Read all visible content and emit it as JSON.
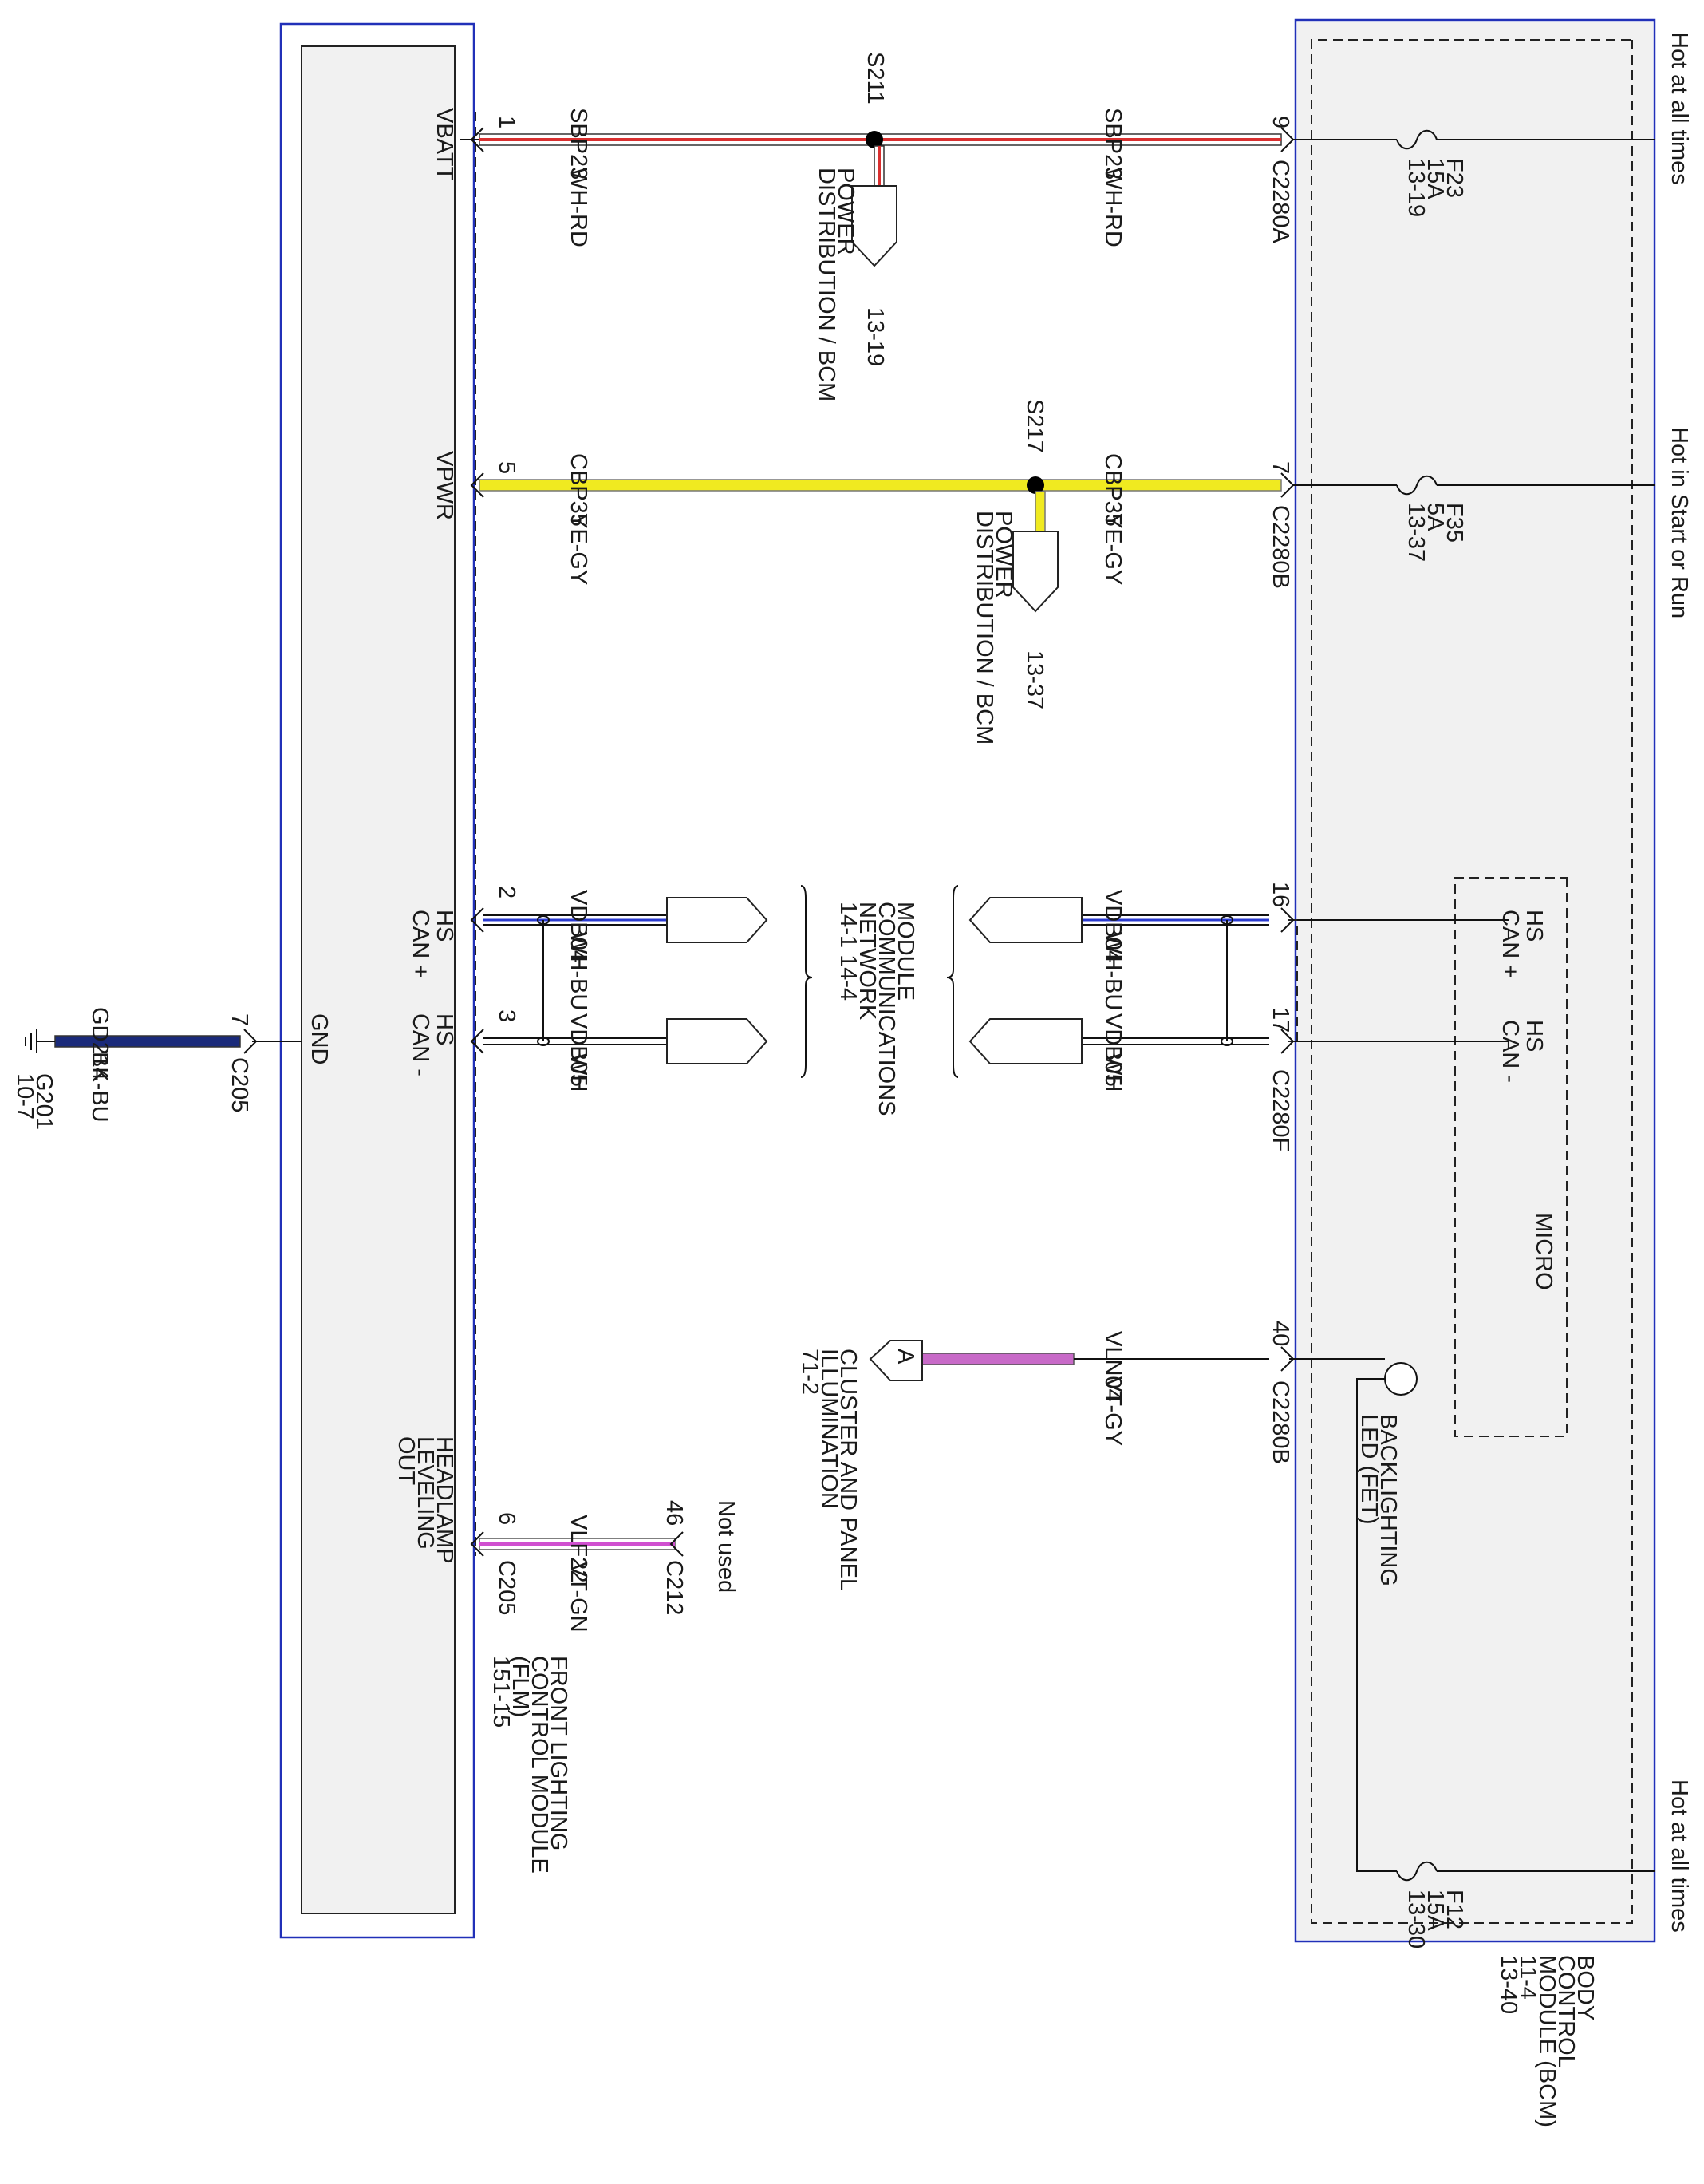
{
  "colors": {
    "frame": "#2130b8",
    "wire_wh_rd_stripe": "#d93030",
    "wire_ye_gy_fill": "#f0ea20",
    "wire_vt_gy_fill": "#c86ac8",
    "wire_vt_gn_stripe": "#d050d0",
    "wire_bk_bu_fill": "#1a2a7a",
    "wire_wh_bu_stripe": "#2a3ad0"
  },
  "left_module": {
    "name_lines": [
      "FRONT LIGHTING",
      "CONTROL MODULE",
      "(FLM)",
      "151-15"
    ],
    "pins": {
      "vbatt": "VBATT",
      "vpwr": "VPWR",
      "hs_can_plus": [
        "HS",
        "CAN +"
      ],
      "hs_can_minus": [
        "HS",
        "CAN -"
      ],
      "gnd": "GND",
      "headlamp_leveling_out": [
        "HEADLAMP",
        "LEVELING",
        "OUT"
      ]
    }
  },
  "right_module": {
    "name_lines": [
      "BODY",
      "CONTROL",
      "MODULE (BCM)",
      "11-4",
      "13-40"
    ],
    "micro_label": "MICRO",
    "hs_can_plus": [
      "HS",
      "CAN +"
    ],
    "hs_can_minus": [
      "HS",
      "CAN -"
    ],
    "backlighting_label": [
      "BACKLIGHTING",
      "LED (FET)"
    ]
  },
  "feeds": {
    "top": "Hot at all times",
    "middle": "Hot in Start or Run",
    "bottom": "Hot at all times"
  },
  "fuses": [
    {
      "name": "F23",
      "rating": "15A",
      "ref": "13-19"
    },
    {
      "name": "F35",
      "rating": "5A",
      "ref": "13-37"
    },
    {
      "name": "F12",
      "rating": "15A",
      "ref": "13-30"
    }
  ],
  "circuits": {
    "sbp23": {
      "code": "SBP23",
      "color": "WH-RD",
      "left_pin": "1",
      "right_pin": "9",
      "right_connector": "C2280A"
    },
    "cbp35": {
      "code": "CBP35",
      "color": "YE-GY",
      "left_pin": "5",
      "right_pin": "7",
      "right_connector": "C2280B"
    },
    "vdb04": {
      "code": "VDB04",
      "color": "WH-BU",
      "left_pin": "2",
      "right_pin": "16"
    },
    "vdb05": {
      "code": "VDB05",
      "color": "WH",
      "left_pin": "3",
      "right_pin": "17",
      "right_connector": "C2280F"
    },
    "vln04": {
      "code": "VLN04",
      "color": "VT-GY",
      "right_pin": "40",
      "right_connector": "C2280B"
    },
    "vlf22": {
      "code": "VLF22",
      "color": "VT-GN",
      "left_pin": "6",
      "left_connector": "C205",
      "right_pin": "46",
      "right_connector": "C212",
      "note": "Not used"
    },
    "gd214": {
      "code": "GD214",
      "color": "BK-BU",
      "pin": "7",
      "connector": "C205",
      "ground": "G201",
      "ground_ref": "10-7"
    }
  },
  "splices": {
    "s211": {
      "name": "S211",
      "lines": [
        "POWER",
        "DISTRIBUTION / BCM"
      ],
      "ref": "13-19"
    },
    "s217": {
      "name": "S217",
      "lines": [
        "POWER",
        "DISTRIBUTION / BCM"
      ],
      "ref": "13-37"
    }
  },
  "network": {
    "lines": [
      "MODULE",
      "COMMUNICATIONS",
      "NETWORK"
    ],
    "refs": "14-1    14-4"
  },
  "cluster": {
    "arrow_letter": "A",
    "lines": [
      "CLUSTER AND PANEL",
      "ILLUMINATION"
    ],
    "ref": "71-2"
  }
}
